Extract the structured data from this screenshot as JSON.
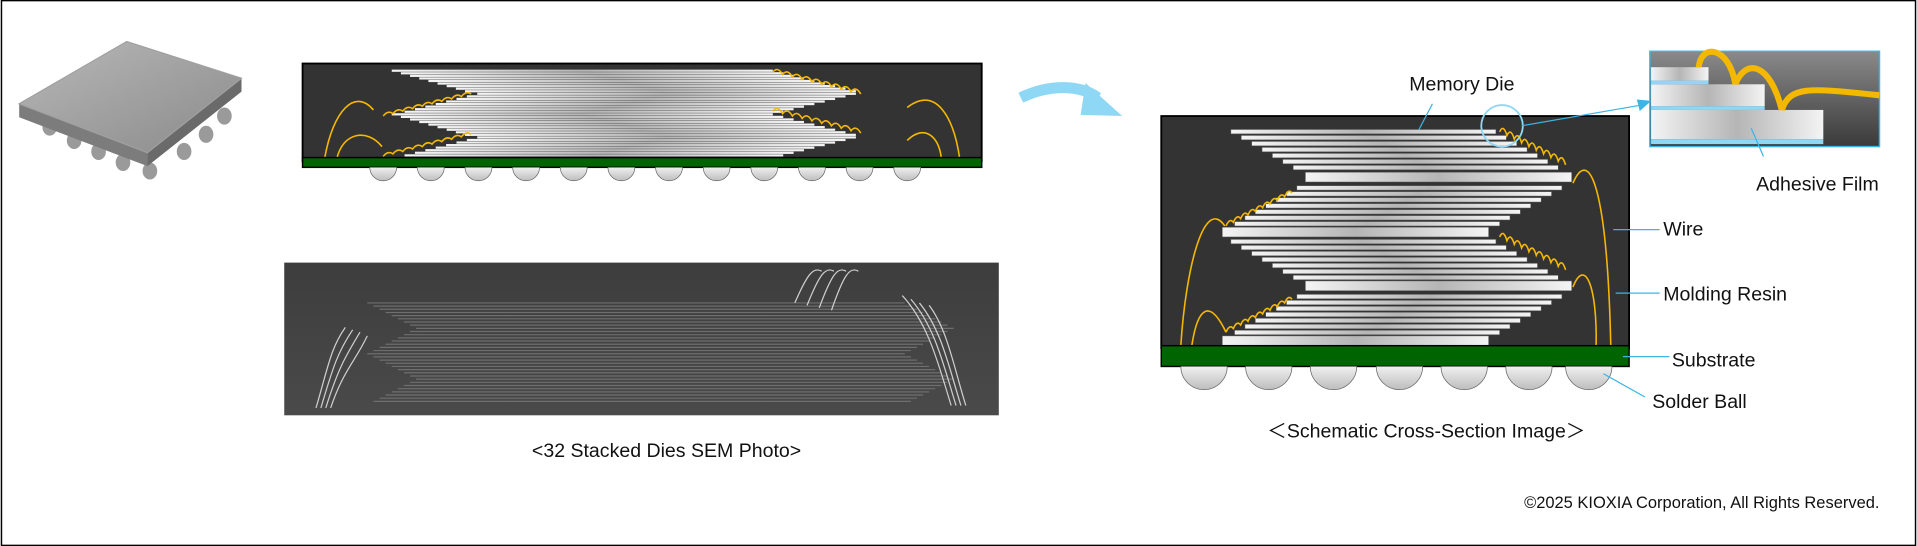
{
  "labels": {
    "memory_die": "Memory Die",
    "adhesive_film": "Adhesive Film",
    "wire": "Wire",
    "molding_resin": "Molding Resin",
    "substrate": "Substrate",
    "solder_ball": "Solder Ball"
  },
  "captions": {
    "sem_photo": "<32 Stacked Dies SEM Photo>",
    "schematic": "＜Schematic Cross-Section Image＞"
  },
  "copyright": "©2025 KIOXIA Corporation, All Rights Reserved.",
  "colors": {
    "molding": "#333333",
    "substrate": "#006400",
    "wire": "#f5b800",
    "accent": "#3cb4e6",
    "arrow": "#8fd8f5"
  }
}
